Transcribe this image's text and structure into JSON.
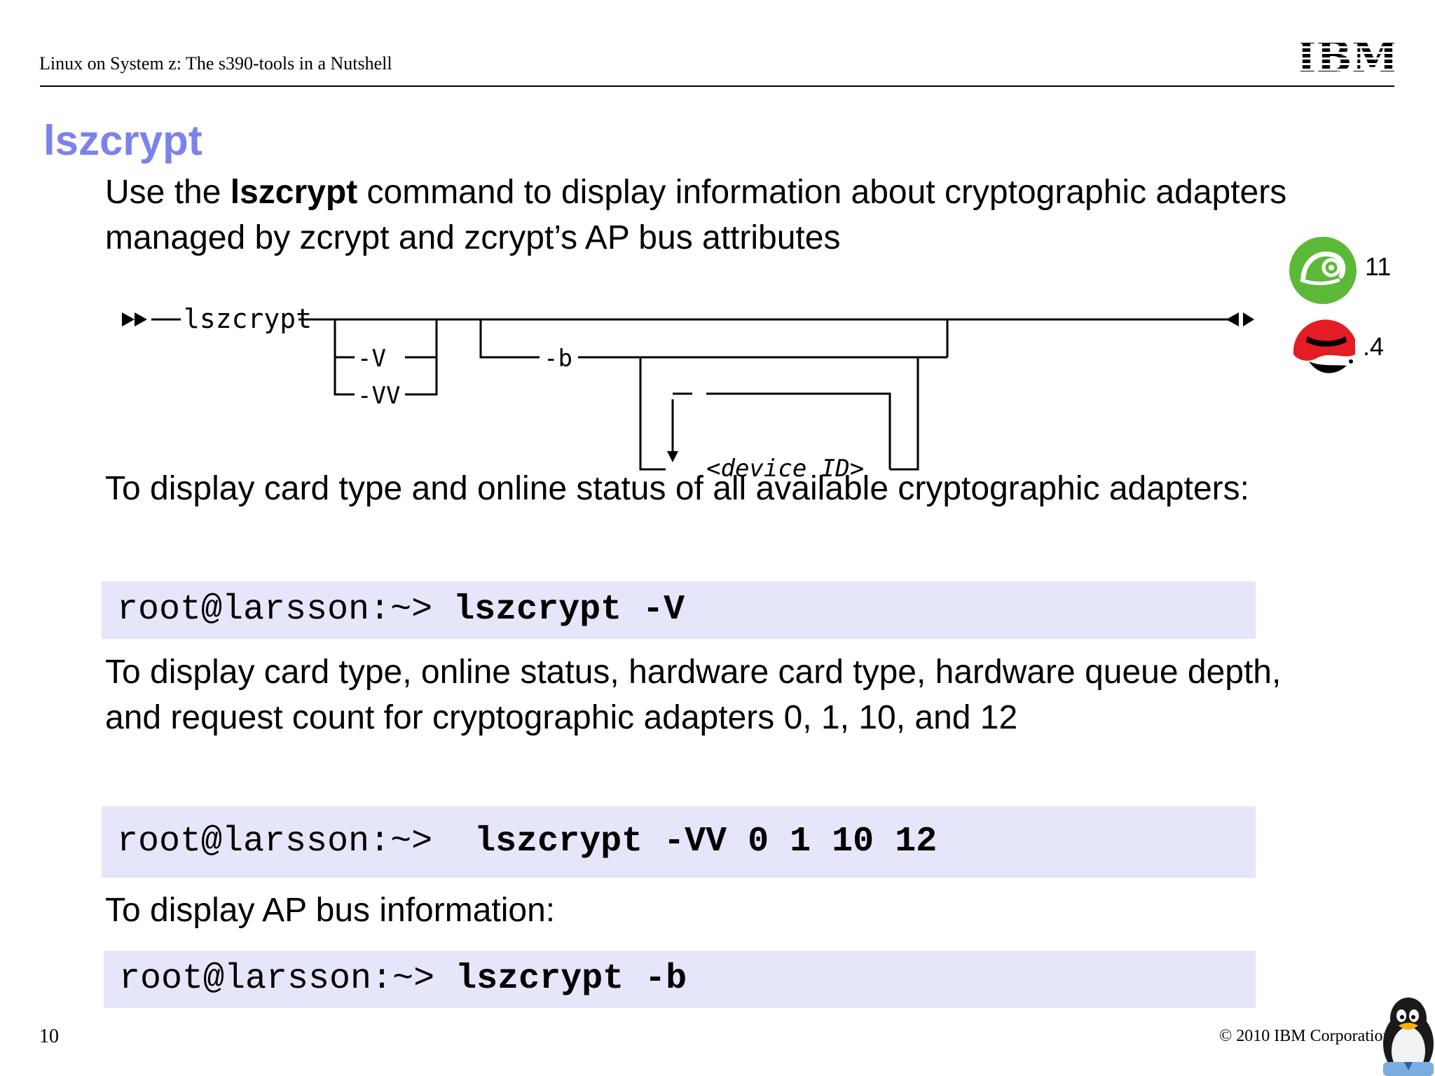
{
  "header": {
    "title": "Linux on System z: The s390-tools in a Nutshell",
    "logo": "IBM"
  },
  "slide": {
    "title": "lszcrypt",
    "intro_pre": "Use the ",
    "intro_bold": "lszcrypt",
    "intro_post": " command to display information about cryptographic adapters managed by zcrypt and zcrypt’s AP bus attributes"
  },
  "syntax": {
    "command": "lszcrypt",
    "opt_v": "-V",
    "opt_vv": "-VV",
    "opt_b": "-b",
    "param": "<device ID>"
  },
  "distros": [
    {
      "icon": "suse-gecko-icon",
      "version": "11",
      "color": "#5cb937"
    },
    {
      "icon": "red-hat-icon",
      "version": ".4",
      "color": "#e41c23"
    }
  ],
  "examples": [
    {
      "description": "To display card type and online status of all available cryptographic adapters:",
      "prompt": "root@larsson:~> ",
      "command": "lszcrypt -V"
    },
    {
      "description": "To display card type, online status, hardware card type, hardware queue depth, and request count for cryptographic adapters 0, 1, 10, and 12",
      "prompt": "root@larsson:~>  ",
      "command": "lszcrypt -VV 0 1 10 12"
    },
    {
      "description": "To display AP bus information:",
      "prompt": "root@larsson:~> ",
      "command": "lszcrypt -b"
    }
  ],
  "footer": {
    "page_number": "10",
    "copyright": "© 2010 IBM Corporation"
  },
  "colors": {
    "title": "#7b83eb",
    "code_background": "#e6e6fa"
  }
}
